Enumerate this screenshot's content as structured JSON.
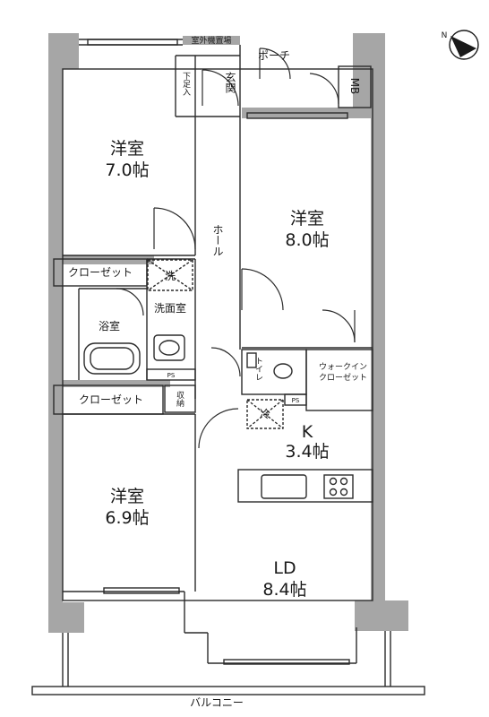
{
  "rooms": {
    "western_top_left": {
      "name": "洋室",
      "size": "7.0帖"
    },
    "western_right": {
      "name": "洋室",
      "size": "8.0帖"
    },
    "western_bottom_left": {
      "name": "洋室",
      "size": "6.9帖"
    },
    "kitchen": {
      "name": "K",
      "size": "3.4帖"
    },
    "living_dining": {
      "name": "LD",
      "size": "8.4帖"
    },
    "closet_1": "クローゼット",
    "closet_2": "クローゼット",
    "bath": "浴室",
    "washroom": "洗面室",
    "washer": "洗",
    "hall": "ホール",
    "entrance": "玄関",
    "shoe_storage": "下足入",
    "outdoor_unit": "室外機置場",
    "porch": "ポーチ",
    "meter_box": "MB",
    "toilet": "トイレ",
    "walk_in_closet_line1": "ウォークイン",
    "walk_in_closet_line2": "クローゼット",
    "storage": "収納",
    "fridge": "冷",
    "pipe_space": "PS",
    "balcony": "バルコニー"
  },
  "compass": {
    "label": "N",
    "icon": "north-arrow-icon"
  }
}
